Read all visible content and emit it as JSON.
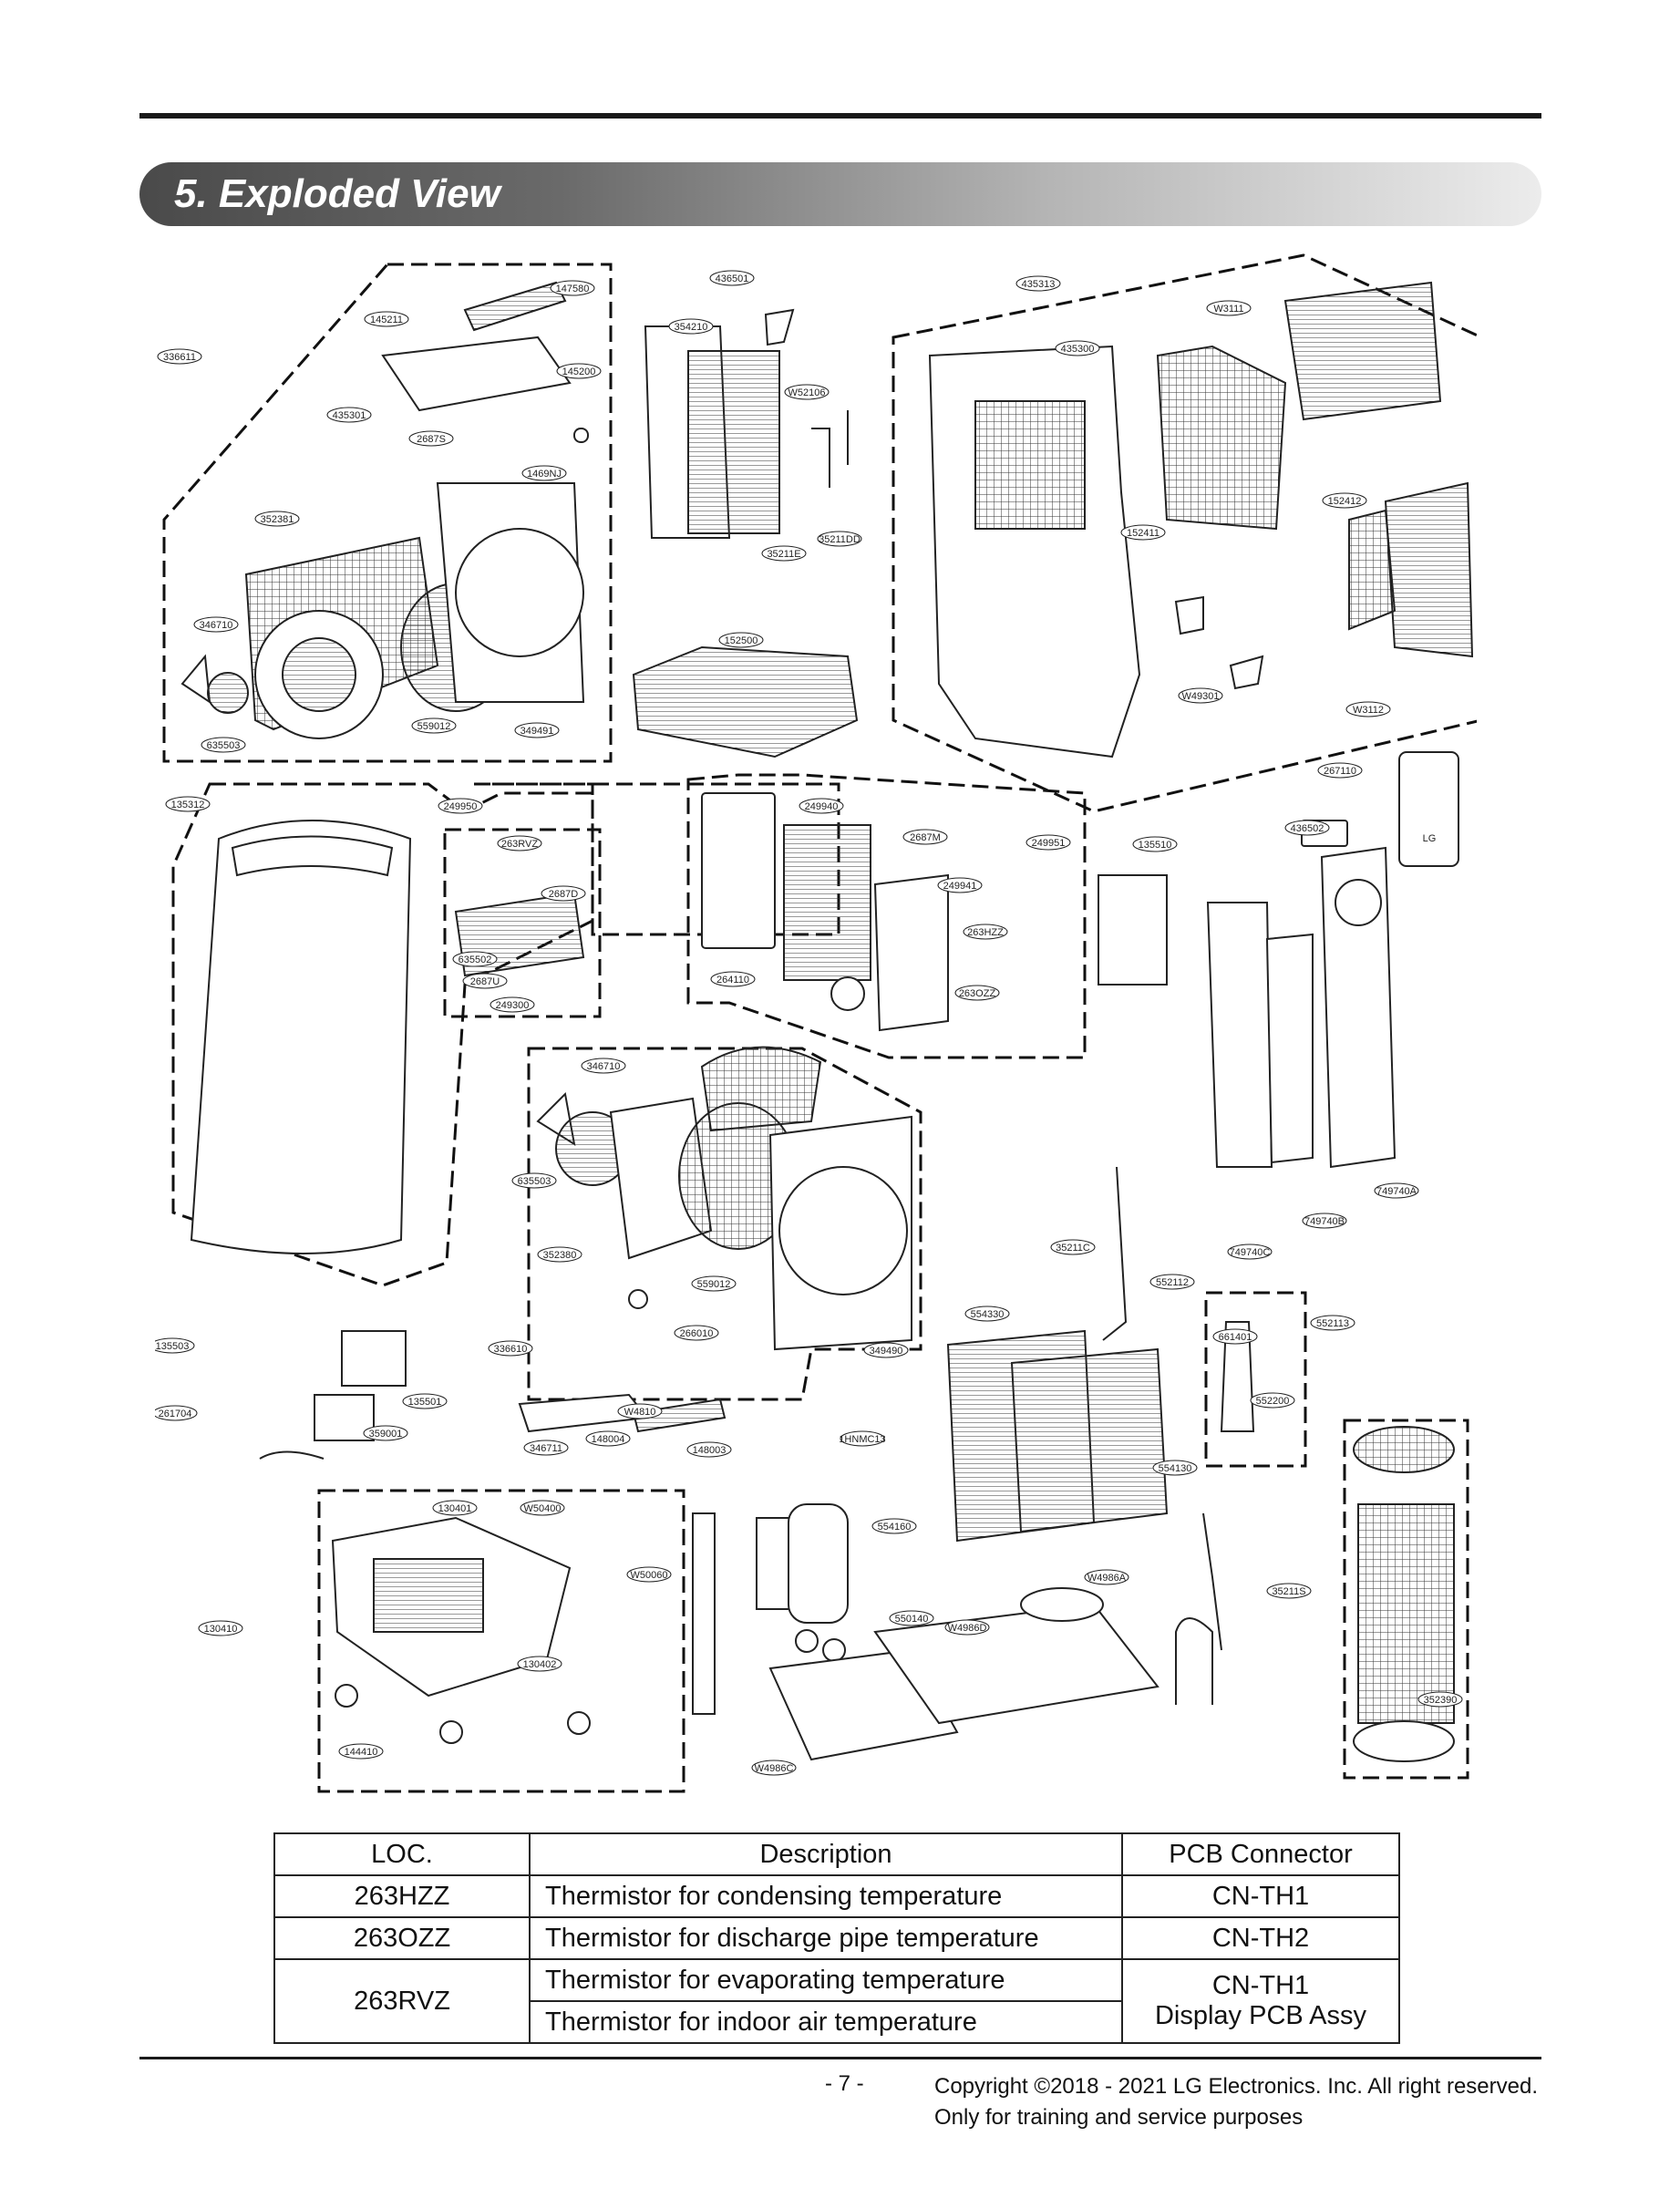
{
  "header": {
    "title": "5. Exploded View"
  },
  "part_labels": {
    "p147580": "147580",
    "p145211": "145211",
    "p145200": "145200",
    "p336611": "336611",
    "p435301": "435301",
    "p2687S": "2687S",
    "p1469NJ": "1469NJ",
    "p352381": "352381",
    "p346710a": "346710",
    "p559012a": "559012",
    "p349491": "349491",
    "p635503a": "635503",
    "p436501": "436501",
    "p354210": "354210",
    "pW52106": "W52106",
    "p35211E": "35211E",
    "p35211DD": "35211DD",
    "p152500": "152500",
    "p435313": "435313",
    "pW3111": "W3111",
    "p435300": "435300",
    "p152412": "152412",
    "p152411": "152411",
    "pW49301": "W49301",
    "pW3112": "W3112",
    "p267110": "267110",
    "p436502": "436502",
    "p135510": "135510",
    "p249951": "249951",
    "p135312": "135312",
    "p249950": "249950",
    "p263RVZ": "263RVZ",
    "p2687D": "2687D",
    "p635502": "635502",
    "p2687U": "2687U",
    "p249300": "249300",
    "p249940": "249940",
    "p2687M": "2687M",
    "p249941": "249941",
    "p263HZZ": "263HZZ",
    "p264110": "264110",
    "p263OZZ": "263OZZ",
    "p346710b": "346710",
    "p635503b": "635503",
    "p352380": "352380",
    "p559012b": "559012",
    "p336610": "336610",
    "p266010": "266010",
    "p349490": "349490",
    "p749740A": "749740A",
    "p749740B": "749740B",
    "p749740C": "749740C",
    "p35211C": "35211C",
    "p552112": "552112",
    "p552113": "552113",
    "p661401": "661401",
    "p552200": "552200",
    "p554330": "554330",
    "p554130": "554130",
    "p135503": "135503",
    "p261704": "261704",
    "p135501": "135501",
    "p359001": "359001",
    "p346711": "346711",
    "p148004": "148004",
    "pW4810": "W4810",
    "p148003": "148003",
    "p1HNMC13": "1HNMC13",
    "p554160": "554160",
    "p130401": "130401",
    "pW50400": "W50400",
    "pW50060": "W50060",
    "p130410": "130410",
    "p130402": "130402",
    "p144410": "144410",
    "p550140": "550140",
    "pW4986D": "W4986D",
    "pW4986A": "W4986A",
    "pW4986C": "W4986C",
    "p35211S": "35211S",
    "p352390": "352390"
  },
  "remote_logo": "LG",
  "table": {
    "headers": {
      "loc": "LOC.",
      "description": "Description",
      "pcb": "PCB Connector"
    },
    "rows": [
      {
        "loc": "263HZZ",
        "description": "Thermistor for condensing temperature",
        "pcb": "CN-TH1"
      },
      {
        "loc": "263OZZ",
        "description": "Thermistor for discharge pipe temperature",
        "pcb": "CN-TH2"
      }
    ],
    "merged": {
      "loc": "263RVZ",
      "description_1": "Thermistor for evaporating temperature",
      "description_2": "Thermistor for indoor air temperature",
      "pcb_1": "CN-TH1",
      "pcb_2": "Display PCB Assy"
    }
  },
  "footer": {
    "page_number": "- 7 -",
    "copyright": "Copyright ©2018 - 2021 LG Electronics. Inc. All right reserved.",
    "note": "Only for training and service purposes"
  }
}
